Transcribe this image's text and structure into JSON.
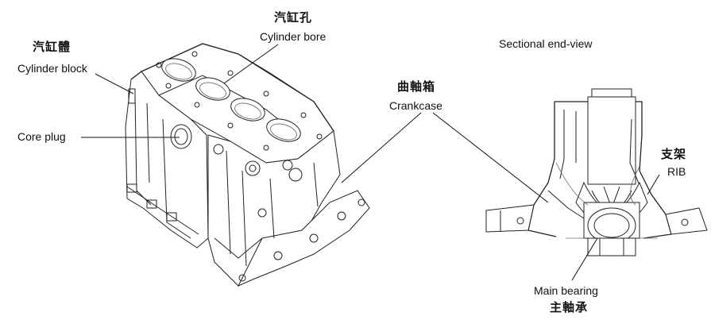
{
  "labels": {
    "cylinder_block": {
      "zh": "汽缸體",
      "en": "Cylinder block"
    },
    "cylinder_bore": {
      "zh": "汽缸孔",
      "en": "Cylinder bore"
    },
    "core_plug": {
      "en": "Core plug"
    },
    "crankcase": {
      "zh": "曲軸箱",
      "en": "Crankcase"
    },
    "sectional_view": {
      "en": "Sectional end-view"
    },
    "rib": {
      "zh": "支架",
      "en": "RIB"
    },
    "main_bearing": {
      "zh": "主軸承",
      "en": "Main bearing"
    }
  }
}
